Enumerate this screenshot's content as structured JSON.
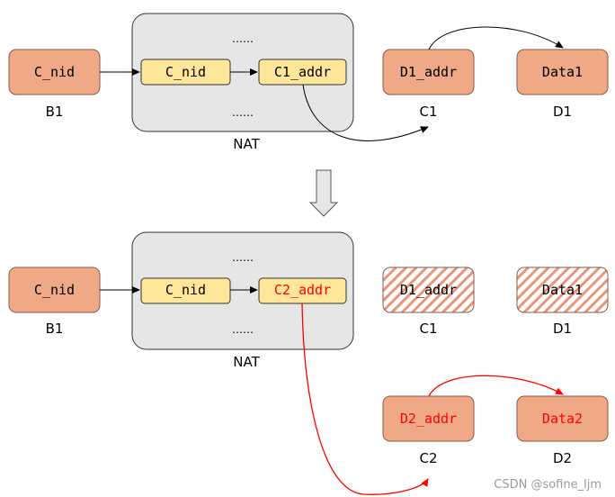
{
  "top": {
    "b1_node": "C_nid",
    "b1_caption": "B1",
    "nat_dots_top": "……",
    "nat_entry_nid": "C_nid",
    "nat_entry_addr": "C1_addr",
    "nat_dots_bottom": "……",
    "nat_caption": "NAT",
    "c1_node": "D1_addr",
    "c1_caption": "C1",
    "d1_node": "Data1",
    "d1_caption": "D1"
  },
  "bottom": {
    "b1_node": "C_nid",
    "b1_caption": "B1",
    "nat_dots_top": "……",
    "nat_entry_nid": "C_nid",
    "nat_entry_addr": "C2_addr",
    "nat_dots_bottom": "……",
    "nat_caption": "NAT",
    "c1_node": "D1_addr",
    "c1_caption": "C1",
    "d1_node": "Data1",
    "d1_caption": "D1",
    "c2_node": "D2_addr",
    "c2_caption": "C2",
    "d2_node": "Data2",
    "d2_caption": "D2"
  },
  "watermark": "CSDN @sofine_ljm",
  "colors": {
    "node_fill": "#F0A987",
    "node_stroke": "#8A5A44",
    "entry_fill": "#FFE699",
    "nat_fill": "#E6E6E6",
    "highlight": "#FF0000",
    "hatch": "#E8967A"
  }
}
